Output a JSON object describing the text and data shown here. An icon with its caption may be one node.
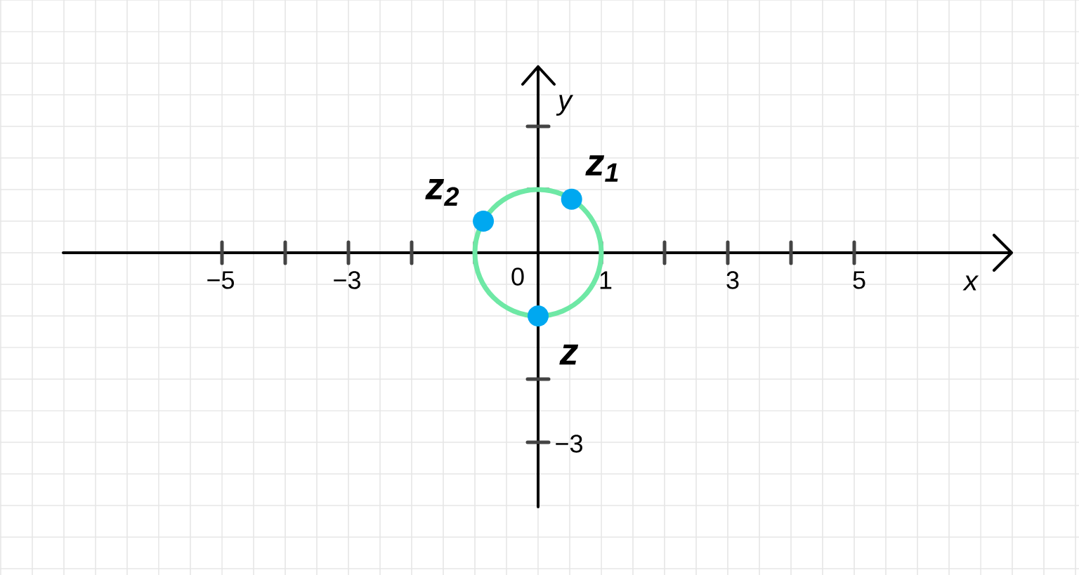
{
  "diagram": {
    "labels": [
      "y",
      "z$_{1}$",
      "z$_{2}$",
      "−5",
      "−3",
      "0",
      "1",
      "3",
      "5",
      "x",
      "z",
      "−3"
    ]
  }
}
